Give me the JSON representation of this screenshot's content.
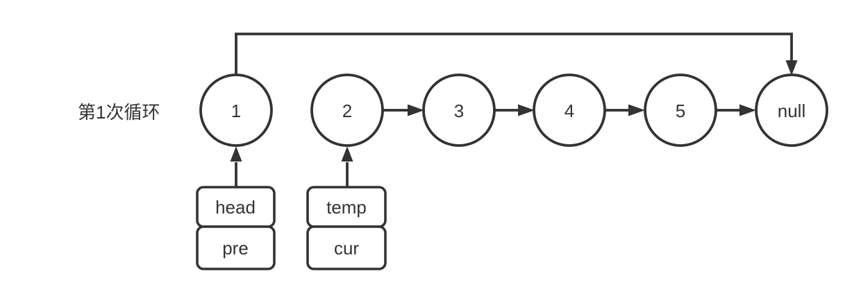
{
  "diagram": {
    "caption": "第1次循环",
    "nodes": [
      {
        "label": "1"
      },
      {
        "label": "2"
      },
      {
        "label": "3"
      },
      {
        "label": "4"
      },
      {
        "label": "5"
      },
      {
        "label": "null"
      }
    ],
    "pointers": [
      {
        "label": "head"
      },
      {
        "label": "pre"
      },
      {
        "label": "temp"
      },
      {
        "label": "cur"
      }
    ],
    "edges": [
      {
        "from": "1",
        "to": "null",
        "route": "over-the-top"
      },
      {
        "from": "2",
        "to": "3"
      },
      {
        "from": "3",
        "to": "4"
      },
      {
        "from": "4",
        "to": "5"
      },
      {
        "from": "5",
        "to": "null"
      }
    ],
    "pointer_links": [
      {
        "boxes": [
          "head",
          "pre"
        ],
        "points_to": "1"
      },
      {
        "boxes": [
          "temp",
          "cur"
        ],
        "points_to": "2"
      }
    ],
    "colors": {
      "stroke": "#333333",
      "text": "#333333",
      "background": "#ffffff"
    }
  }
}
